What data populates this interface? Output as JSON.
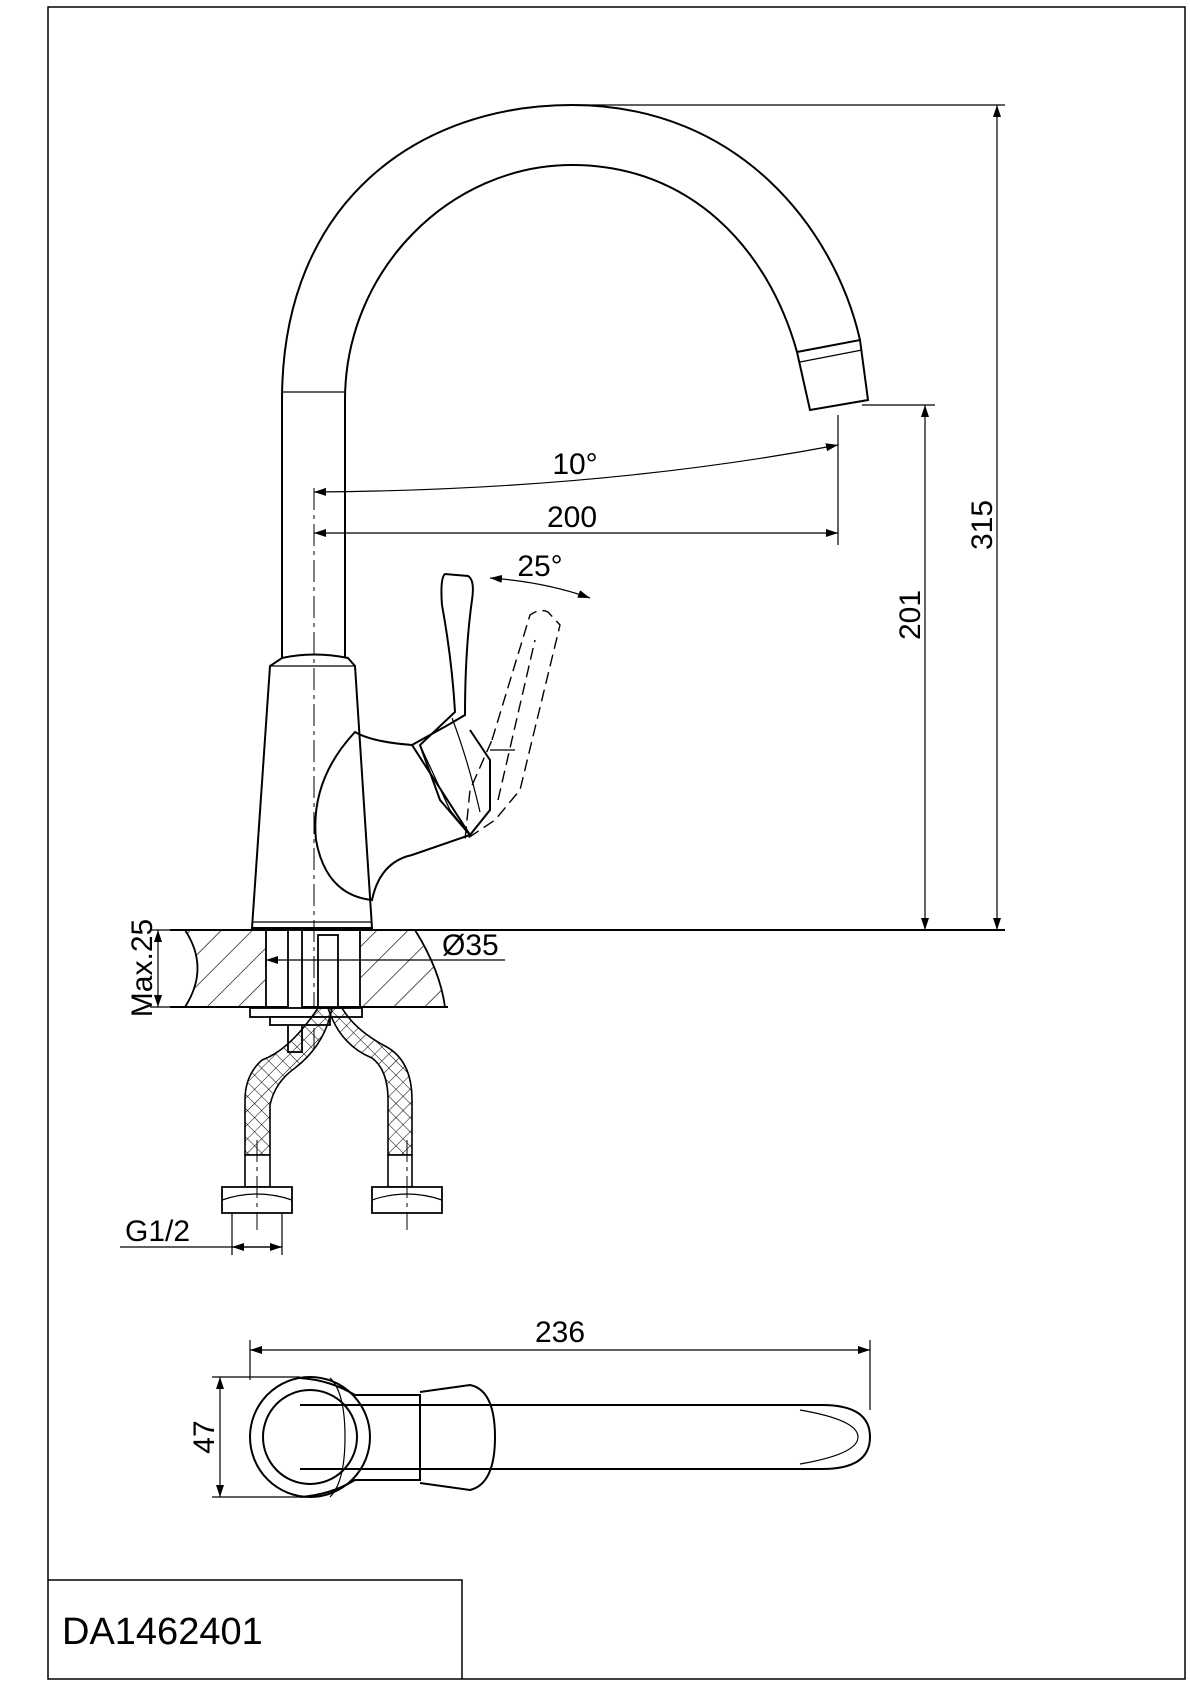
{
  "drawing": {
    "model_code": "DA1462401",
    "dimensions": {
      "spout_angle": "10°",
      "spout_reach": "200",
      "lever_angle": "25°",
      "total_height": "315",
      "spout_height": "201",
      "deck_thickness": "Max.25",
      "hole_diameter": "Ø35",
      "thread": "G1/2",
      "top_length": "236",
      "top_width": "47"
    }
  }
}
